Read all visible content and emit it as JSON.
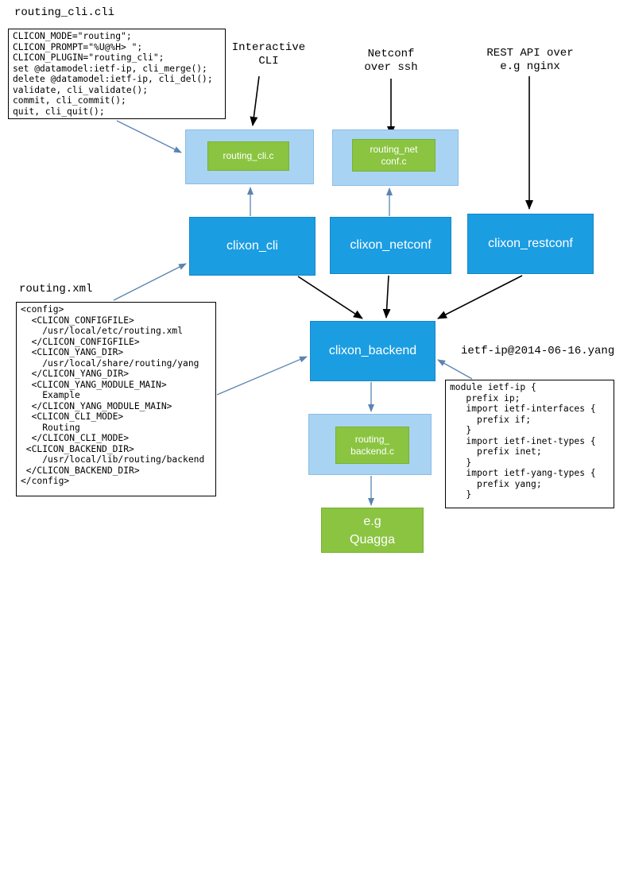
{
  "colors": {
    "box_blue": "#1b9de2",
    "box_blue_border": "#1587c6",
    "box_lightblue": "#a8d3f3",
    "box_lightblue_border": "#8bbde6",
    "box_green": "#8ac441",
    "box_green_border": "#79b232",
    "arrow_blue": "#5b84b1",
    "arrow_black": "#000000",
    "code_border": "#000000",
    "background": "#ffffff"
  },
  "labels": {
    "routing_cli_file": "routing_cli.cli",
    "interactive_cli": "Interactive\nCLI",
    "netconf_over_ssh": "Netconf\nover ssh",
    "rest_api": "REST API over\ne.g nginx",
    "routing_xml_file": "routing.xml",
    "yang_file": "ietf-ip@2014-06-16.yang"
  },
  "nodes": {
    "routing_cli_plugin": "routing_cli.c",
    "routing_netconf_plugin": "routing_net\nconf.c",
    "clixon_cli": "clixon_cli",
    "clixon_netconf": "clixon_netconf",
    "clixon_restconf": "clixon_restconf",
    "clixon_backend": "clixon_backend",
    "routing_backend_plugin": "routing_\nbackend.c",
    "quagga": "e.g\nQuagga"
  },
  "code": {
    "cli_spec": "CLICON_MODE=\"routing\";\nCLICON_PROMPT=\"%U@%H> \";\nCLICON_PLUGIN=\"routing_cli\";\nset @datamodel:ietf-ip, cli_merge();\ndelete @datamodel:ietf-ip, cli_del();\nvalidate, cli_validate();\ncommit, cli_commit();\nquit, cli_quit();",
    "xml_config": "<config>\n  <CLICON_CONFIGFILE>\n    /usr/local/etc/routing.xml\n  </CLICON_CONFIGFILE>\n  <CLICON_YANG_DIR>\n    /usr/local/share/routing/yang\n  </CLICON_YANG_DIR>\n  <CLICON_YANG_MODULE_MAIN>\n    Example\n  </CLICON_YANG_MODULE_MAIN>\n  <CLICON_CLI_MODE>\n    Routing\n  </CLICON_CLI_MODE>\n <CLICON_BACKEND_DIR>\n    /usr/local/lib/routing/backend\n </CLICON_BACKEND_DIR>\n</config>",
    "yang_module": "module ietf-ip {\n   prefix ip;\n   import ietf-interfaces {\n     prefix if;\n   }\n   import ietf-inet-types {\n     prefix inet;\n   }\n   import ietf-yang-types {\n     prefix yang;\n   }"
  }
}
